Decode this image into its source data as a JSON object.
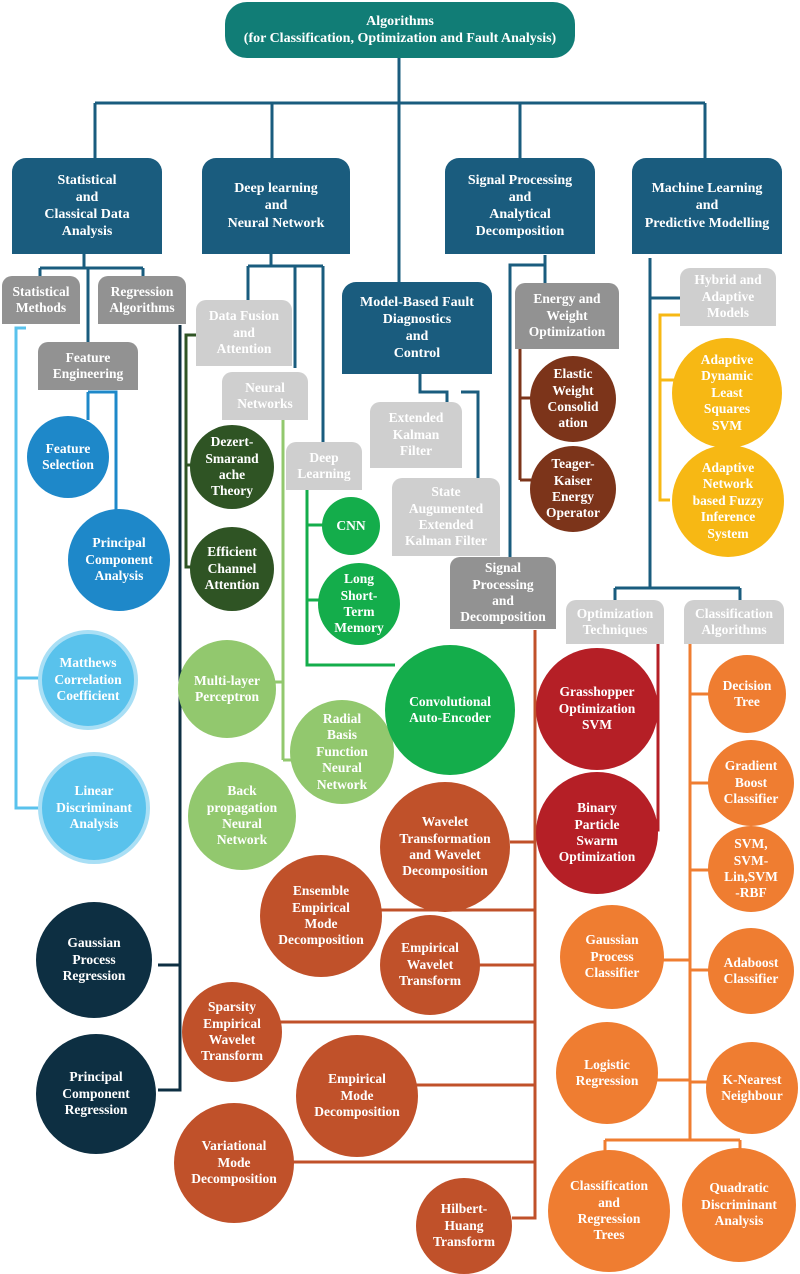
{
  "title": {
    "line1": "Algorithms",
    "line2": "(for Classification, Optimization and Fault Analysis)"
  },
  "categories": [
    {
      "label": "Statistical\nand\nClassical Data\nAnalysis"
    },
    {
      "label": "Deep learning\nand\nNeural Network"
    },
    {
      "label": "Signal Processing\nand\nAnalytical\nDecomposition"
    },
    {
      "label": "Machine Learning\nand\nPredictive Modelling"
    },
    {
      "label": "Model-Based Fault\nDiagnostics\nand\nControl"
    }
  ],
  "subcategories": {
    "statistical_methods": "Statistical\nMethods",
    "regression_algorithms": "Regression\nAlgorithms",
    "feature_engineering": "Feature\nEngineering",
    "data_fusion": "Data Fusion\nand\nAttention",
    "neural_networks": "Neural\nNetworks",
    "deep_learning": "Deep\nLearning",
    "extended_kalman": "Extended\nKalman\nFilter",
    "state_augmented_kalman": "State\nAugumented\nExtended\nKalman Filter",
    "energy_weight": "Energy and\nWeight\nOptimization",
    "signal_processing_decomposition": "Signal\nProcessing\nand\nDecomposition",
    "hybrid_adaptive": "Hybrid and\nAdaptive\nModels",
    "optimization_techniques": "Optimization\nTechniques",
    "classification_algorithms": "Classification\nAlgorithms"
  },
  "algorithms": {
    "feature_selection": "Feature\nSelection",
    "pca": "Principal\nComponent\nAnalysis",
    "mcc": "Matthews\nCorrelation\nCoefficient",
    "lda": "Linear\nDiscriminant\nAnalysis",
    "gpr": "Gaussian\nProcess\nRegression",
    "pcr": "Principal\nComponent\nRegression",
    "dezert": "Dezert-\nSmarand\nache\nTheory",
    "eca": "Efficient\nChannel\nAttention",
    "cnn": "CNN",
    "lstm": "Long\nShort-\nTerm\nMemory",
    "mlp": "Multi-layer\nPerceptron",
    "rbf": "Radial\nBasis\nFunction\nNeural\nNetwork",
    "bpnn": "Back\npropagation\nNeural\nNetwork",
    "cae": "Convolutional\nAuto-Encoder",
    "ewc": "Elastic\nWeight\nConsolid\nation",
    "tkeo": "Teager-\nKaiser\nEnergy\nOperator",
    "wavelet": "Wavelet\nTransformation\nand Wavelet\nDecomposition",
    "eemd": "Ensemble\nEmpirical\nMode\nDecomposition",
    "ewt": "Empirical\nWavelet\nTransform",
    "sewt": "Sparsity\nEmpirical\nWavelet\nTransform",
    "emd": "Empirical\nMode\nDecomposition",
    "vmd": "Variational\nMode\nDecomposition",
    "hht": "Hilbert-\nHuang\nTransform",
    "adaptive_ls_svm": "Adaptive\nDynamic\nLeast\nSquares\nSVM",
    "anfis": "Adaptive\nNetwork\nbased Fuzzy\nInference\nSystem",
    "goa_svm": "Grasshopper\nOptimization\nSVM",
    "bpso": "Binary\nParticle\nSwarm\nOptimization",
    "decision_tree": "Decision\nTree",
    "gbc": "Gradient\nBoost\nClassifier",
    "svm": "SVM,\nSVM-\nLin,SVM\n-RBF",
    "gpc": "Gaussian\nProcess\nClassifier",
    "adaboost": "Adaboost\nClassifier",
    "logistic": "Logistic\nRegression",
    "knn": "K-Nearest\nNeighbour",
    "cart": "Classification\nand\nRegression\nTrees",
    "qda": "Quadratic\nDiscriminant\nAnalysis"
  },
  "colors": {
    "teal": "#117d76",
    "blue_header": "#1a5c7e",
    "gray": "#929292",
    "light_gray": "#cfcfcf",
    "blue": "#1e88c9",
    "light_blue": "#59c2ec",
    "navy": "#0d2f42",
    "dark_green": "#2f5424",
    "green": "#14ad4b",
    "light_green": "#92c86e",
    "brown": "#7c341a",
    "red": "#b51f26",
    "yellow": "#f7b814",
    "rust": "#c0512a",
    "orange": "#ef7d31"
  }
}
